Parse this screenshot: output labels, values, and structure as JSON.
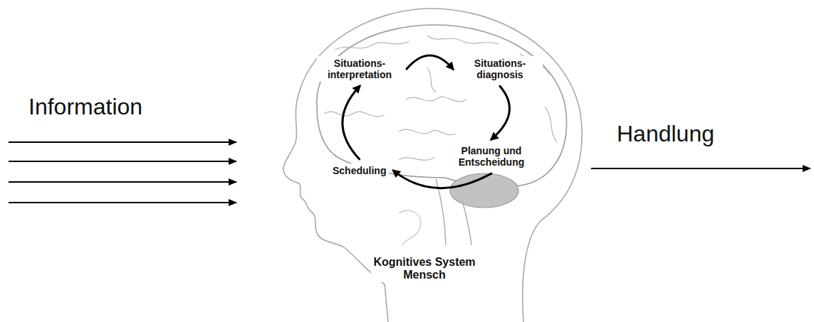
{
  "diagram": {
    "nodes": [
      {
        "text": [
          "Situations- interpretation"
        ]
      },
      {
        "text": [
          "Situations- diagnosis"
        ]
      },
      {
        "text": [
          "Planung und Entscheidung"
        ]
      },
      {
        "text": [
          "Scheduling"
        ]
      }
    ],
    "edges": [
      {
        "from": 0,
        "to": 1,
        "arrow": "to"
      },
      {
        "from": 1,
        "to": 2,
        "arrow": "to"
      },
      {
        "from": 2,
        "to": 3,
        "arrow": "to"
      },
      {
        "from": 3,
        "to": 0,
        "arrow": "to"
      }
    ],
    "labels": [
      "Information",
      "Kognitives System Mensch",
      "Handlung"
    ]
  }
}
